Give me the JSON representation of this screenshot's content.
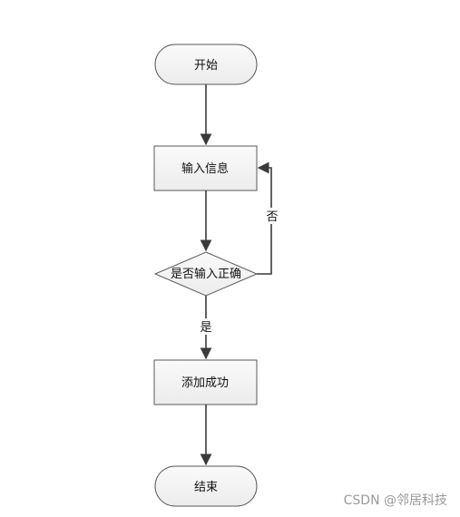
{
  "nodes": {
    "start": "开始",
    "input": "输入信息",
    "decision": "是否输入正确",
    "success": "添加成功",
    "end": "结束"
  },
  "edges": {
    "no": "否",
    "yes": "是"
  },
  "watermark": "CSDN @邻居科技",
  "colors": {
    "shape_fill": "#f3f3f3",
    "stroke": "#3a3a3a",
    "arrow": "#3a3a3a"
  }
}
